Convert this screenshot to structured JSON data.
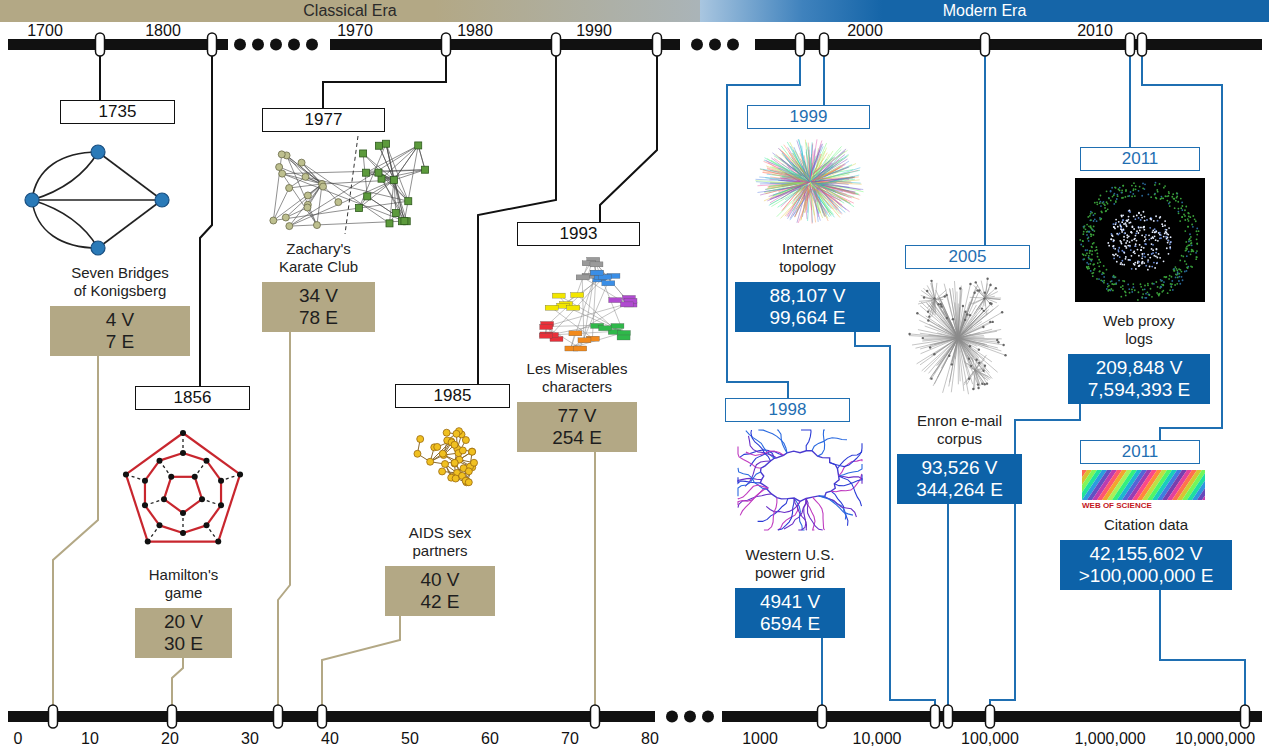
{
  "diagram": {
    "nodes": [
      {
        "text": [
          "Classical Era"
        ]
      },
      {
        "text": [
          "Modern Era"
        ]
      },
      {
        "text": [
          "1735"
        ]
      },
      {
        "text": [
          "Seven Bridges of Konigsberg",
          "4 V",
          "7 E"
        ]
      },
      {
        "text": [
          "1856"
        ]
      },
      {
        "text": [
          "Hamilton's game",
          "20 V",
          "30 E"
        ]
      },
      {
        "text": [
          "1977"
        ]
      },
      {
        "text": [
          "Zachary's Karate Club",
          "34 V",
          "78 E"
        ]
      },
      {
        "text": [
          "1985"
        ]
      },
      {
        "text": [
          "AIDS sex partners",
          "40 V",
          "42 E"
        ]
      },
      {
        "text": [
          "1993"
        ]
      },
      {
        "text": [
          "Les Miserables characters",
          "77 V",
          "254 E"
        ]
      },
      {
        "text": [
          "1999"
        ]
      },
      {
        "text": [
          "Internet topology",
          "88,107 V",
          "99,664 E"
        ]
      },
      {
        "text": [
          "1998"
        ]
      },
      {
        "text": [
          "Western U.S. power grid",
          "4941 V",
          "6594 E"
        ]
      },
      {
        "text": [
          "2005"
        ]
      },
      {
        "text": [
          "Enron e-mail corpus",
          "93,526 V",
          "344,264 E"
        ]
      },
      {
        "text": [
          "2011"
        ]
      },
      {
        "text": [
          "Web proxy logs",
          "209,848 V",
          "7,594,393 E"
        ]
      },
      {
        "text": [
          "2011"
        ]
      },
      {
        "text": [
          "Citation data",
          "42,155,602 V",
          ">100,000,000 E"
        ]
      }
    ],
    "labels": [
      "1700",
      "1800",
      "1970",
      "1980",
      "1990",
      "2000",
      "2010",
      "0",
      "10",
      "20",
      "30",
      "40",
      "50",
      "60",
      "70",
      "80",
      "1000",
      "10,000",
      "100,000",
      "1,000,000",
      "10,000,000",
      "WEB OF SCIENCE"
    ]
  }
}
